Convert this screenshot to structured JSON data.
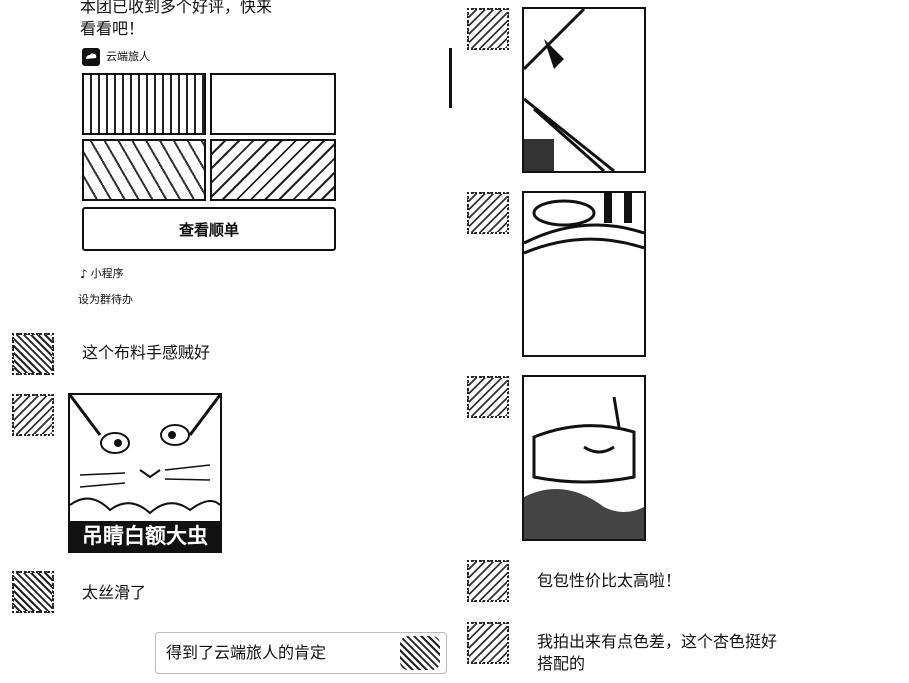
{
  "left_chat": {
    "share_card": {
      "message": "本团已收到多个好评，快来看看吧！",
      "message_line1": "本团已收到多个好评，快来",
      "message_line2": "看看吧！",
      "source_name": "云端旅人",
      "button_label": "查看顺单",
      "mini_program_label": "小程序",
      "set_todo_label": "设为群待办"
    },
    "messages": [
      {
        "type": "text",
        "text": "这个布料手感贼好"
      },
      {
        "type": "image",
        "caption": "吊睛白额大虫"
      },
      {
        "type": "text",
        "text": "太丝滑了"
      }
    ],
    "toast": {
      "text": "得到了云端旅人的肯定"
    }
  },
  "right_chat": {
    "messages": [
      {
        "type": "image"
      },
      {
        "type": "image"
      },
      {
        "type": "image"
      },
      {
        "type": "text",
        "text": "包包性价比太高啦！"
      },
      {
        "type": "text",
        "text": "我拍出来有点色差，这个杏色挺好搭配的",
        "line1": "我拍出来有点色差，这个杏色挺好",
        "line2": "搭配的"
      }
    ]
  },
  "icons": {
    "brand_icon": "cloud-brand-icon",
    "mini_program_icon": "mini-program-icon",
    "avatar": "user-avatar",
    "toast_avatar": "couple-avatar-icon"
  }
}
